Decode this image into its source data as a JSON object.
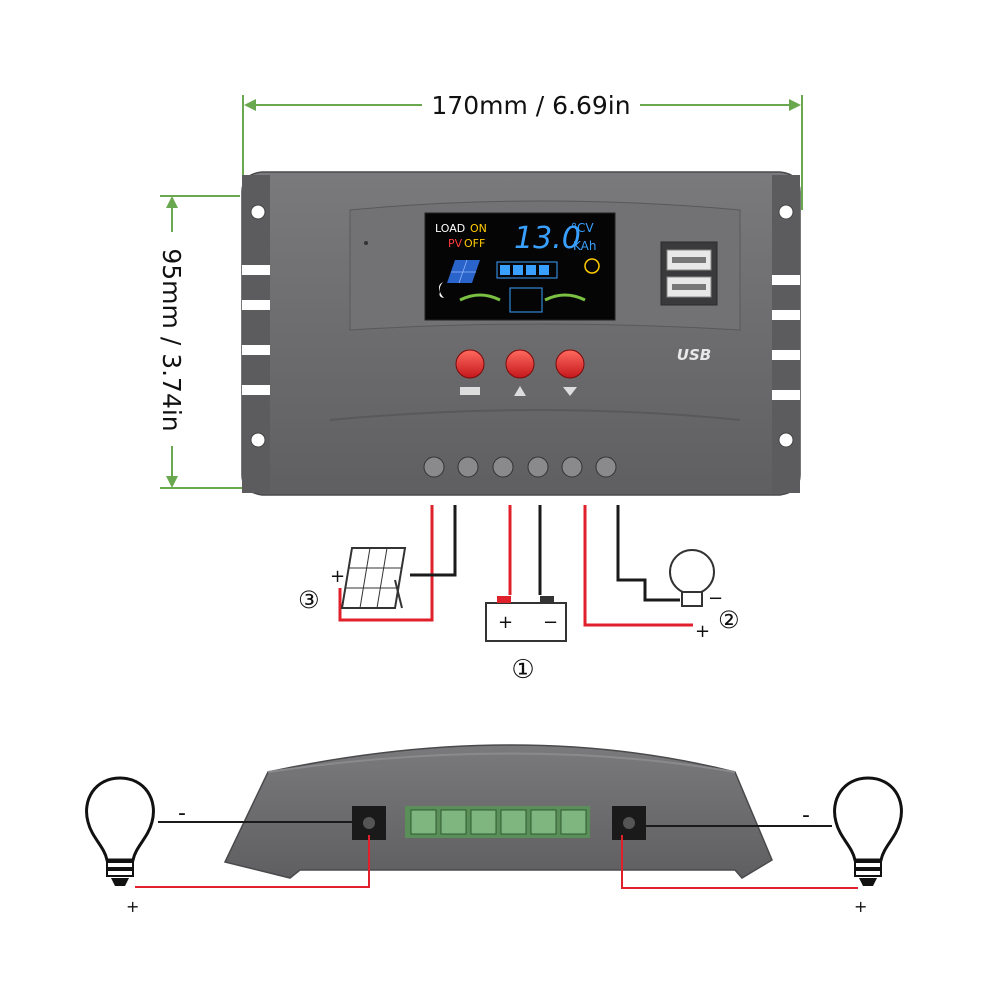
{
  "dimensions": {
    "width_label": "170mm / 6.69in",
    "height_label": "95mm / 3.74in"
  },
  "lcd": {
    "load_label": "LOAD",
    "load_state": "ON",
    "pv_label": "PV",
    "pv_state": "OFF",
    "reading": "13.0",
    "units_top": "°CV",
    "units_bottom": "KAh"
  },
  "usb_label": "USB",
  "connections": {
    "battery": {
      "number": "①",
      "plus": "+",
      "minus": "−"
    },
    "load": {
      "number": "②",
      "plus": "+",
      "minus": "−"
    },
    "solar": {
      "number": "③",
      "plus": "+"
    }
  },
  "bottom_view": {
    "left_minus": "-",
    "left_plus": "+",
    "right_minus": "-",
    "right_plus": "+"
  },
  "colors": {
    "housing": "#6e6e70",
    "dimension_line": "#6aa84f",
    "positive_wire": "#e0202a",
    "negative_wire": "#1a1a1a",
    "button": "#e3342f"
  }
}
